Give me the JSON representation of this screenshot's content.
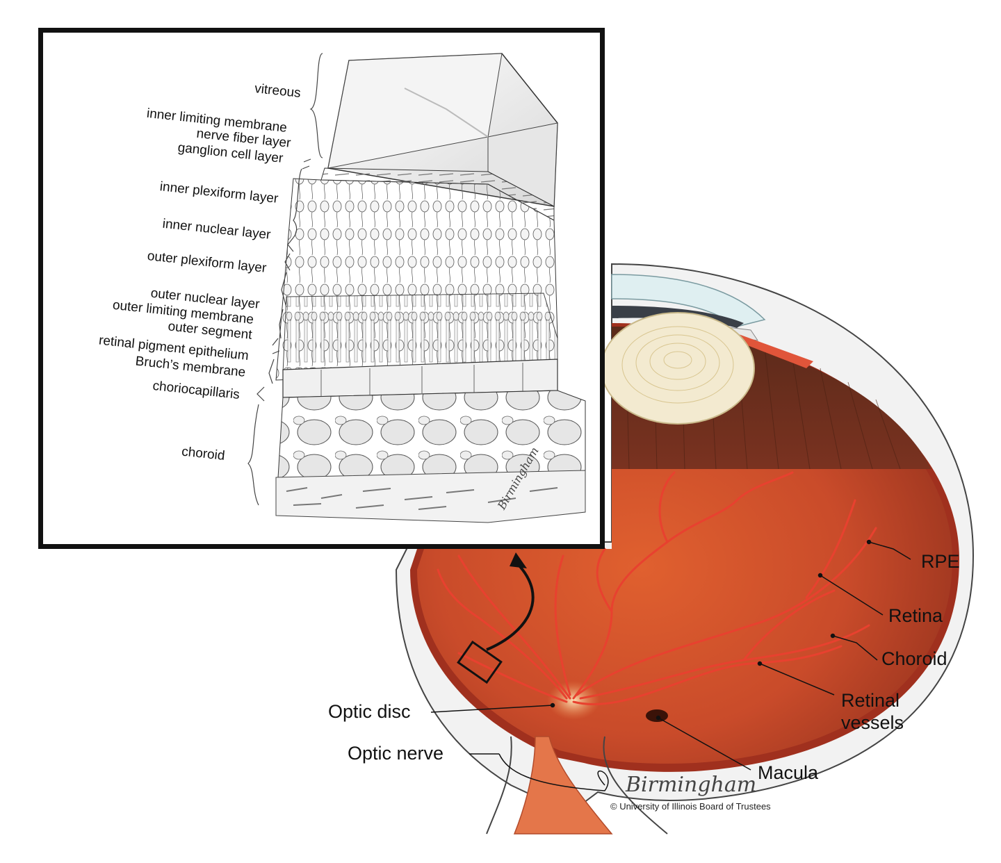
{
  "inset": {
    "layers": [
      {
        "id": "vitreous",
        "label": "vitreous"
      },
      {
        "id": "ilm",
        "label": "inner limiting membrane"
      },
      {
        "id": "nfl",
        "label": "nerve fiber layer"
      },
      {
        "id": "gcl",
        "label": "ganglion cell layer"
      },
      {
        "id": "ipl",
        "label": "inner plexiform layer"
      },
      {
        "id": "inl",
        "label": "inner nuclear layer"
      },
      {
        "id": "opl",
        "label": "outer plexiform layer"
      },
      {
        "id": "onl",
        "label": "outer nuclear layer"
      },
      {
        "id": "olm",
        "label": "outer limiting membrane"
      },
      {
        "id": "os",
        "label": "outer segment"
      },
      {
        "id": "rpe",
        "label": "retinal pigment epithelium"
      },
      {
        "id": "bruch",
        "label": "Bruch’s membrane"
      },
      {
        "id": "cc",
        "label": "choriocapillaris"
      },
      {
        "id": "choroid",
        "label": "choroid"
      }
    ],
    "signature": "Birmingham"
  },
  "eye": {
    "labels": {
      "rpe": "RPE",
      "retina": "Retina",
      "choroid": "Choroid",
      "retinal_vessels_1": "Retinal",
      "retinal_vessels_2": "vessels",
      "macula": "Macula",
      "optic_disc": "Optic disc",
      "optic_nerve": "Optic nerve"
    },
    "signature": "Birmingham",
    "copyright": "© University of Illinois Board of Trustees"
  },
  "colors": {
    "fundus": "#c94b2a",
    "fundus_dark": "#8e2f1c",
    "vessel": "#e8412f",
    "sclera": "#f2f2f2",
    "lens": "#f3ead0",
    "frame": "#111111"
  }
}
